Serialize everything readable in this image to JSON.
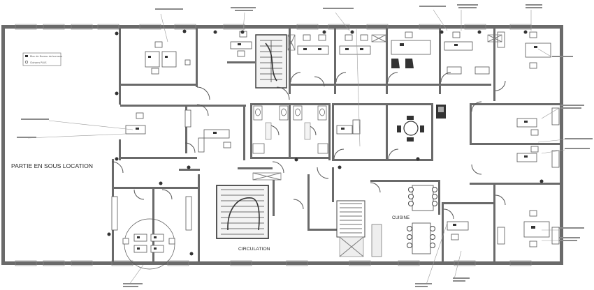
{
  "labels": {
    "partie": "PARTIE EN SOUS LOCATION",
    "circulation": "CIRCULATION",
    "cuisine": "CUISINE"
  },
  "legend": {
    "item1": "Bloc de Bureau de bureaux",
    "item2": "Cloisons PLUS"
  },
  "colors": {
    "wall": "#6a6a6a",
    "background": "#ffffff",
    "line": "#7d7d7d"
  }
}
